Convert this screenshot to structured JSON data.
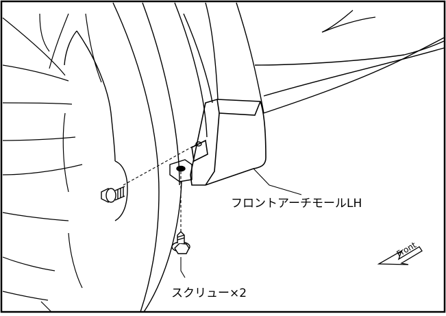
{
  "labels": {
    "front_arch_molding": "フロントアーチモールLH",
    "screw": "スクリュー×2",
    "front": "Front"
  },
  "colors": {
    "line": "#000000",
    "background": "#ffffff"
  }
}
